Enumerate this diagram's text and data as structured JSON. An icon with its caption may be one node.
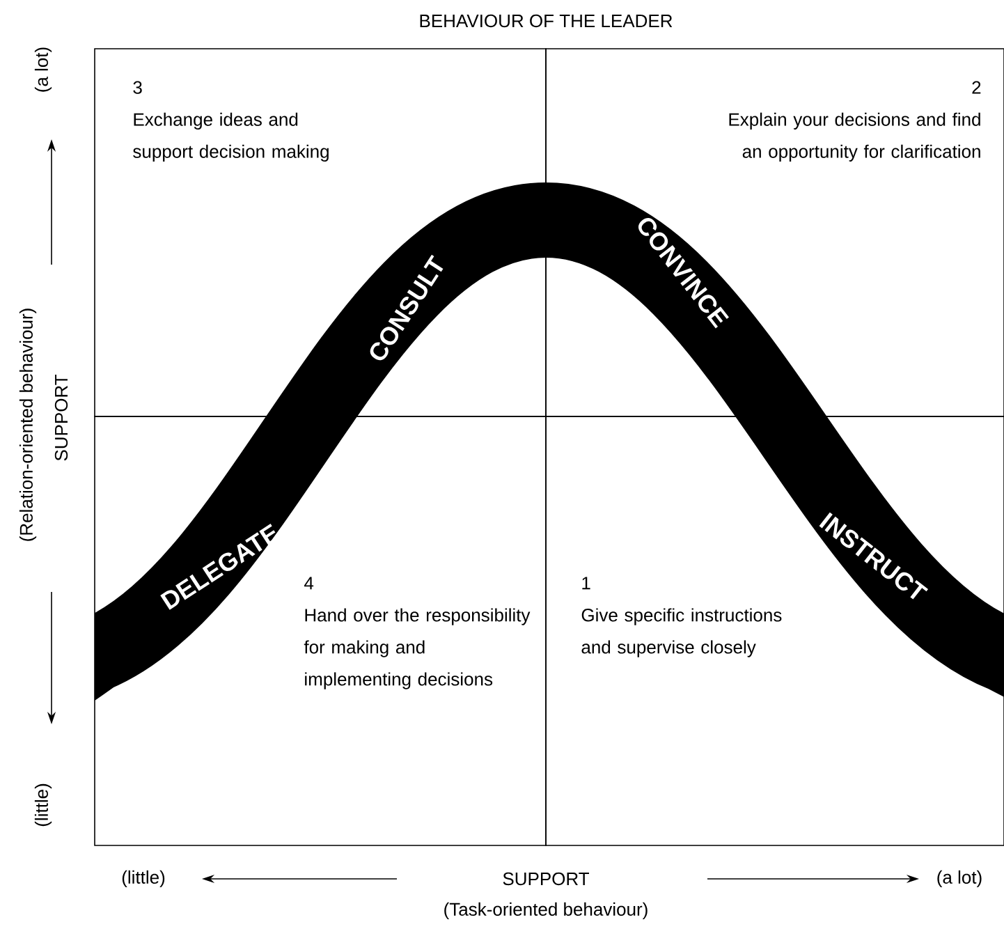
{
  "diagram": {
    "title": "BEHAVIOUR OF THE LEADER",
    "nodes": [
      {
        "text": [
          "3",
          "Exchange ideas and support decision making"
        ]
      },
      {
        "text": [
          "2",
          "Explain your decisions and find an opportunity for clarification"
        ]
      },
      {
        "text": [
          "4",
          "Hand over the responsibility for making and implementing decisions"
        ]
      },
      {
        "text": [
          "1",
          "Give specific instructions and supervise closely"
        ]
      }
    ],
    "labels": [
      "(a lot)",
      "(Relation-oriented behaviour)",
      "SUPPORT",
      "(little)",
      "CONSULT",
      "CONVINCE",
      "DELEGATE",
      "INSTRUCT",
      "(little)",
      "SUPPORT",
      "(a lot)",
      "(Task-oriented behaviour)"
    ]
  }
}
